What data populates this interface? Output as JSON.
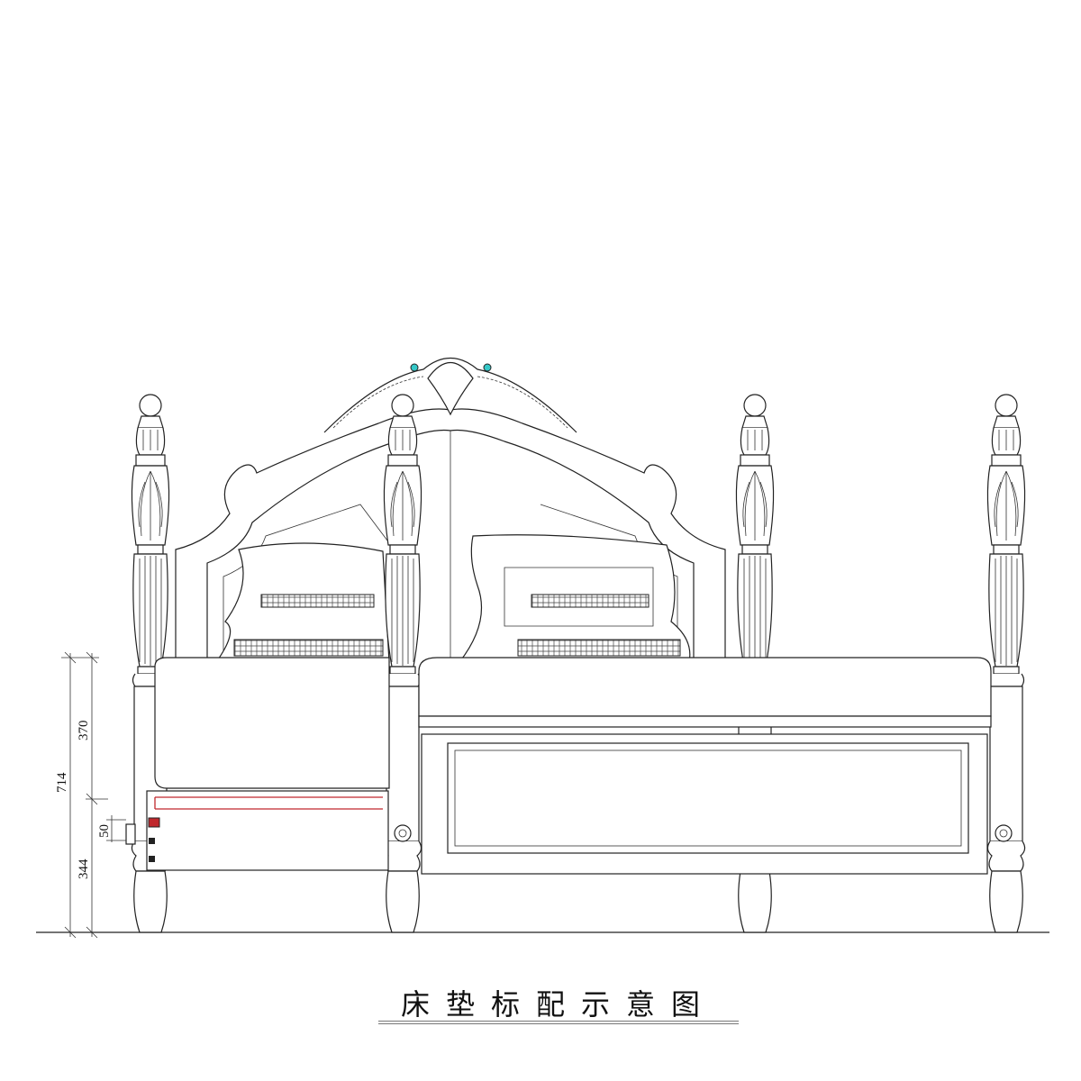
{
  "title": "床垫标配示意图",
  "dimensions": {
    "total_height": "714",
    "upper_height": "370",
    "lower_height": "344",
    "rail_height": "50"
  },
  "colors": {
    "rail_highlight": "#c0282d",
    "ornament_gem": "#35c8c8"
  }
}
